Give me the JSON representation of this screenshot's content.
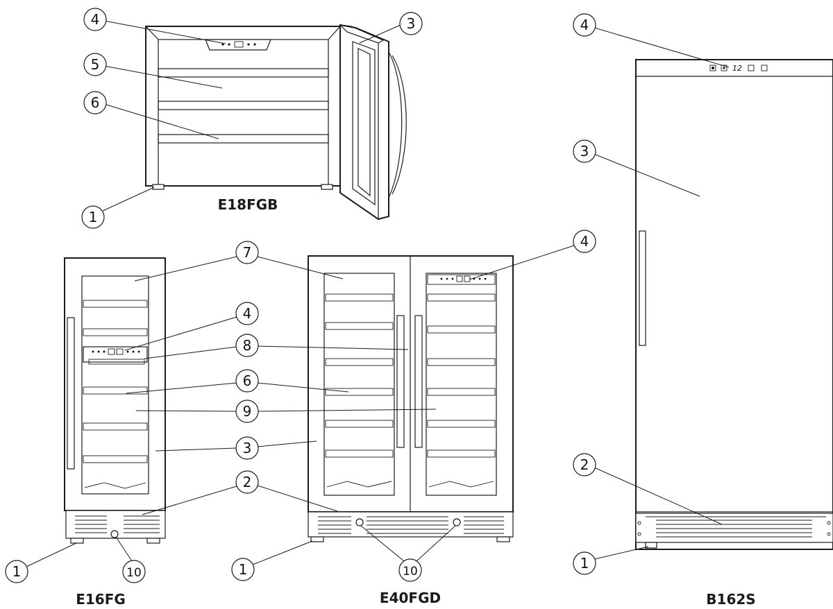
{
  "models": [
    {
      "id": "e18fgb",
      "name": "E18FGB"
    },
    {
      "id": "e16fg",
      "name": "E16FG"
    },
    {
      "id": "e40fgd",
      "name": "E40FGD"
    },
    {
      "id": "b162s",
      "name": "B162S"
    }
  ],
  "display": {
    "temp_readout": "12"
  },
  "callouts": [
    {
      "id": "e18-1",
      "label": "1"
    },
    {
      "id": "e18-3",
      "label": "3"
    },
    {
      "id": "e18-4",
      "label": "4"
    },
    {
      "id": "e18-5",
      "label": "5"
    },
    {
      "id": "e18-6",
      "label": "6"
    },
    {
      "id": "e16-1",
      "label": "1"
    },
    {
      "id": "e16-10",
      "label": "10"
    },
    {
      "id": "mid-7",
      "label": "7"
    },
    {
      "id": "mid-4",
      "label": "4"
    },
    {
      "id": "mid-8",
      "label": "8"
    },
    {
      "id": "mid-6",
      "label": "6"
    },
    {
      "id": "mid-9",
      "label": "9"
    },
    {
      "id": "mid-3",
      "label": "3"
    },
    {
      "id": "mid-2",
      "label": "2"
    },
    {
      "id": "e40-4",
      "label": "4"
    },
    {
      "id": "e40-1",
      "label": "1"
    },
    {
      "id": "e40-10",
      "label": "10"
    },
    {
      "id": "b162-4",
      "label": "4"
    },
    {
      "id": "b162-3",
      "label": "3"
    },
    {
      "id": "b162-2",
      "label": "2"
    },
    {
      "id": "b162-1",
      "label": "1"
    }
  ]
}
